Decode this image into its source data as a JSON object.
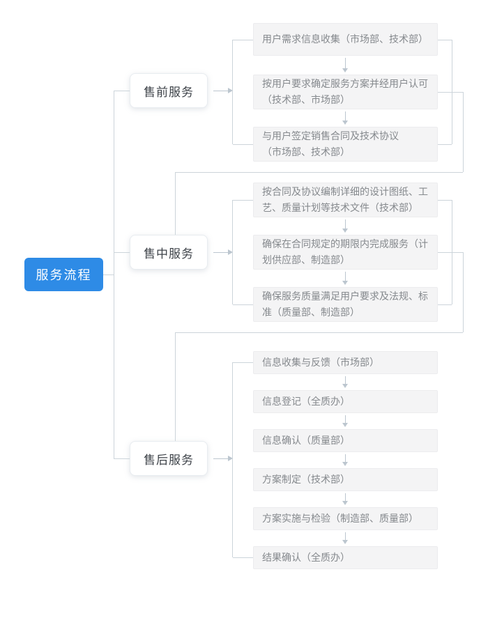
{
  "root": {
    "label": "服务流程"
  },
  "stages": [
    {
      "label": "售前服务",
      "steps": [
        "用户需求信息收集（市场部、技术部）",
        "按用户要求确定服务方案并经用户认可\n（技术部、市场部）",
        "与用户签定销售合同及技术协议\n（市场部、技术部）"
      ]
    },
    {
      "label": "售中服务",
      "steps": [
        "按合同及协议编制详细的设计图纸、工\n艺、质量计划等技术文件（技术部）",
        "确保在合同规定的期限内完成服务（计\n划供应部、制造部）",
        "确保服务质量满足用户要求及法规、标\n准（质量部、制造部）"
      ]
    },
    {
      "label": "售后服务",
      "steps": [
        "信息收集与反馈（市场部）",
        "信息登记（全质办）",
        "信息确认（质量部）",
        "方案制定（技术部）",
        "方案实施与检验（制造部、质量部）",
        "结果确认（全质办）"
      ]
    }
  ],
  "colors": {
    "accent": "#2e8be6",
    "accent_text": "#ffffff",
    "connector": "#ccd4da",
    "arrow": "#bcc6cf",
    "step_bg": "#f4f4f5",
    "step_border": "#ececee",
    "step_text": "#85898d",
    "stage_border": "#e8ecf0",
    "stage_text": "#3d4248"
  }
}
